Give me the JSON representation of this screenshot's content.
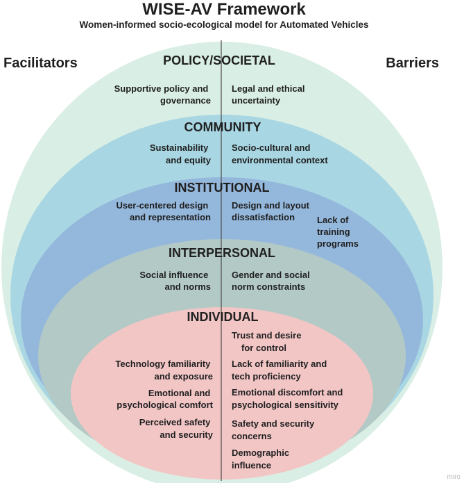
{
  "header": {
    "title": "WISE-AV Framework",
    "subtitle": "Women-informed socio-ecological model for Automated Vehicles"
  },
  "sides": {
    "left": "Facilitators",
    "right": "Barriers"
  },
  "colors": {
    "policy": "#d9eee4",
    "community": "#a8d6e3",
    "institutional": "#94b7dc",
    "interpersonal": "#b2c9c6",
    "individual": "#f3c6c6",
    "divider": "#555555",
    "text": "#1f1f1f"
  },
  "layers": {
    "policy": {
      "name": "POLICY/SOCIETAL",
      "facilitators": [
        [
          "Supportive policy and",
          "governance"
        ]
      ],
      "barriers": [
        [
          "Legal and ethical",
          "uncertainty"
        ]
      ]
    },
    "community": {
      "name": "COMMUNITY",
      "facilitators": [
        [
          "Sustainability",
          "and equity"
        ]
      ],
      "barriers": [
        [
          "Socio-cultural and",
          "environmental context"
        ]
      ]
    },
    "institutional": {
      "name": "INSTITUTIONAL",
      "facilitators": [
        [
          "User-centered design",
          "and representation"
        ]
      ],
      "barriers": [
        [
          "Design and layout",
          "dissatisfaction"
        ],
        [
          "Lack of",
          "training",
          "programs"
        ]
      ]
    },
    "interpersonal": {
      "name": "INTERPERSONAL",
      "facilitators": [
        [
          "Social influence",
          "and norms"
        ]
      ],
      "barriers": [
        [
          "Gender and social",
          "norm constraints"
        ]
      ]
    },
    "individual": {
      "name": "INDIVIDUAL",
      "facilitators": [
        [
          "Technology familiarity",
          "and exposure"
        ],
        [
          "Emotional and",
          "psychological comfort"
        ],
        [
          "Perceived safety",
          "and security"
        ]
      ],
      "barriers": [
        [
          "Trust and desire",
          "for control"
        ],
        [
          "Lack of familiarity and",
          "tech proficiency"
        ],
        [
          "Emotional discomfort and",
          "psychological sensitivity"
        ],
        [
          "Safety and security",
          "concerns"
        ],
        [
          "Demographic",
          "influence"
        ]
      ]
    }
  },
  "watermark": "miro"
}
